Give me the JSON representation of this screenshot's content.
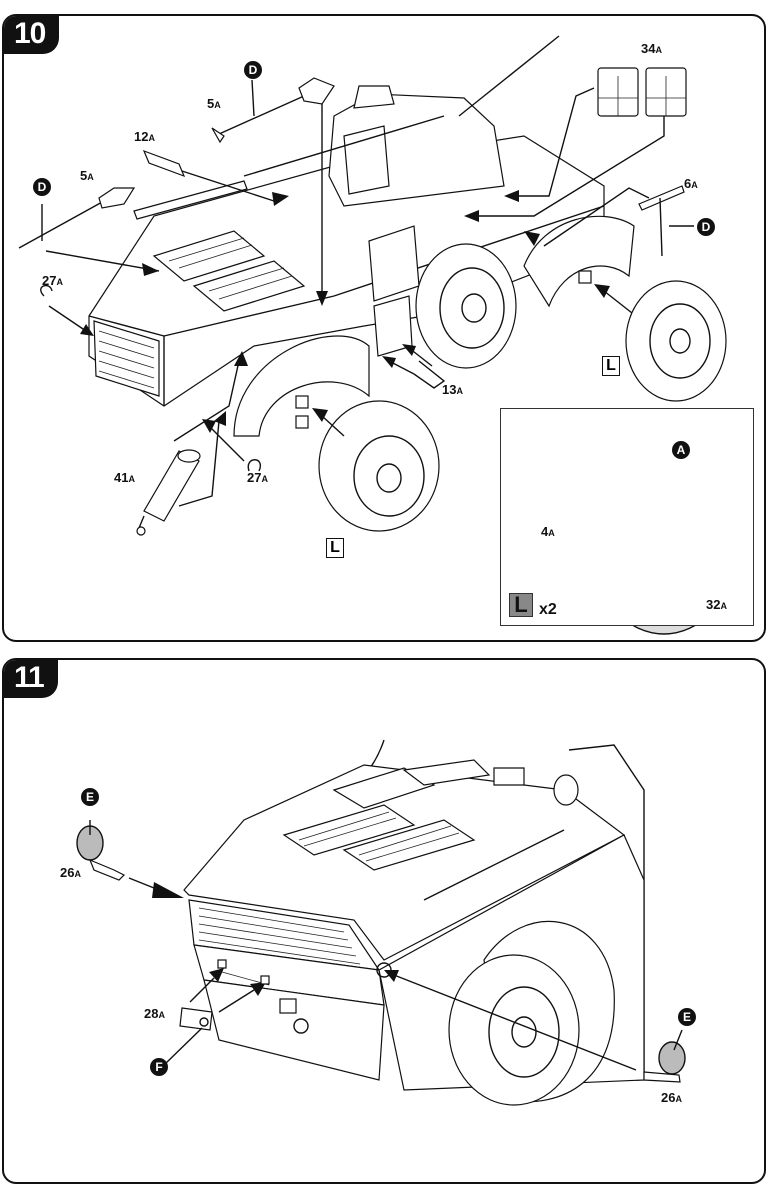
{
  "steps": [
    {
      "number": "10",
      "labels": {
        "shovel_top": "5",
        "shovel_left": "5",
        "rail_12": "12",
        "hook_27_left": "27",
        "hook_27_bottom": "27",
        "jerrycans": "34",
        "pickaxe": "6",
        "handle_13": "13",
        "tube_41": "41",
        "rim_4": "4",
        "tire_32": "32"
      },
      "suffix": "A",
      "color_codes": {
        "shovel_top": "D",
        "shovel_left": "D",
        "pickaxe": "D",
        "tire": "A"
      },
      "wheel_marks": [
        "L",
        "L"
      ],
      "inset": {
        "mark": "L",
        "quantity": "x2"
      }
    },
    {
      "number": "11",
      "labels": {
        "headlight_left": "26",
        "headlight_right": "26",
        "plate": "28"
      },
      "suffix": "A",
      "color_codes": {
        "headlight_left": "E",
        "headlight_right": "E",
        "plate": "F"
      }
    }
  ]
}
